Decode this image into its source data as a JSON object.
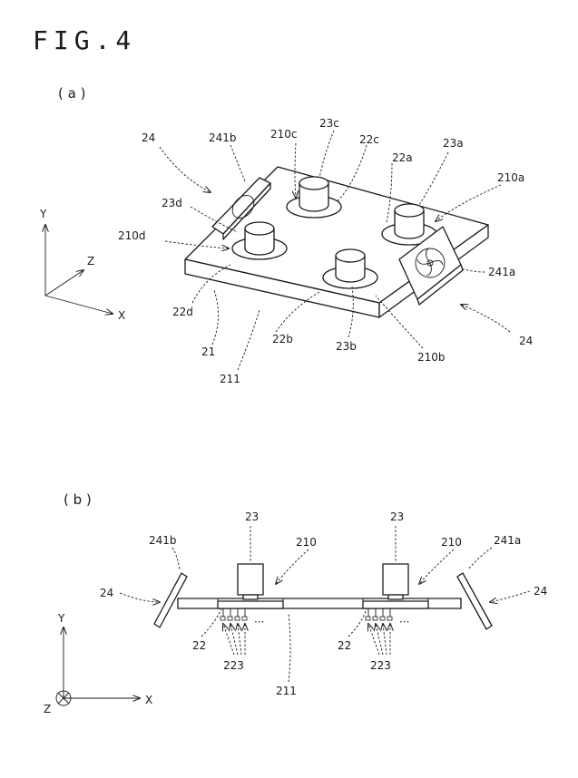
{
  "figure": {
    "title": "FIG.4",
    "panel_a_label": "( a )",
    "panel_b_label": "( b )"
  },
  "panel_a": {
    "axes": {
      "y": "Y",
      "z": "Z",
      "x": "X"
    },
    "labels": {
      "fan_left": "24",
      "fan_left_part": "241b",
      "fan_right": "24",
      "fan_right_part": "241a",
      "tile_a": "23a",
      "tile_b": "23b",
      "tile_c": "23c",
      "tile_d": "23d",
      "chip_a": "22a",
      "chip_b": "22b",
      "chip_c": "22c",
      "chip_d": "22d",
      "hole_a": "210a",
      "hole_b": "210b",
      "hole_c": "210c",
      "hole_d": "210d",
      "plate": "21",
      "plate_bottom": "211"
    }
  },
  "panel_b": {
    "axes": {
      "y": "Y",
      "z": "Z",
      "x": "X"
    },
    "labels": {
      "fan_left": "24",
      "fan_left_part": "241b",
      "fan_right": "24",
      "fan_right_part": "241a",
      "tile_left": "23",
      "tile_right": "23",
      "hole_left": "210",
      "hole_right": "210",
      "chip_left": "22",
      "chip_right": "22",
      "pins_left": "223",
      "pins_right": "223",
      "plate_bottom": "211",
      "dots": "···"
    }
  }
}
